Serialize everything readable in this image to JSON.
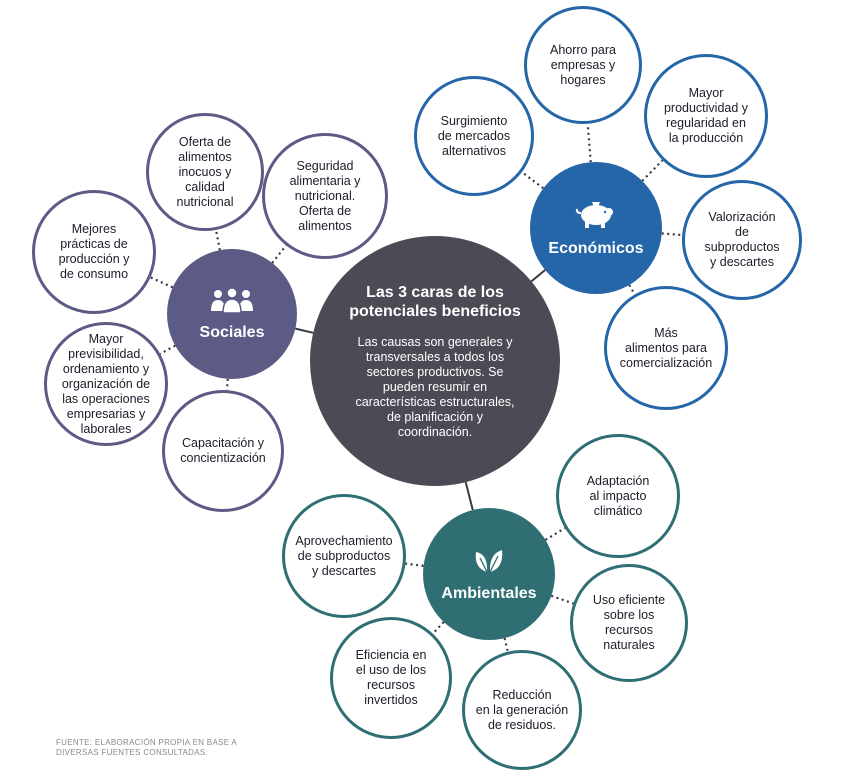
{
  "center": {
    "title": "Las 3 caras de los\npotenciales beneficios",
    "text": "Las causas son generales y\ntransversales a todos los\nsectores productivos. Se\npueden resumir en\ncaracterísticas estructurales,\nde planificación y\ncoordinación."
  },
  "hubs": {
    "sociales": {
      "label": "Sociales",
      "color": "#5c5b86",
      "icon": "people-icon"
    },
    "economicos": {
      "label": "Económicos",
      "color": "#2466a8",
      "icon": "piggy-bank-icon"
    },
    "ambientales": {
      "label": "Ambientales",
      "color": "#2f6f74",
      "icon": "leaves-icon"
    }
  },
  "sociales_items": [
    "Oferta de\nalimentos\ninocuos y\ncalidad\nnutricional",
    "Seguridad\nalimentaria y\nnutricional.\nOferta de\nalimentos",
    "Mejores\nprácticas de\nproducción y\nde consumo",
    "Mayor\nprevisibilidad,\nordenamiento y\norganización de\nlas operaciones\nempresarias y\nlaborales",
    "Capacitación y\nconcientización"
  ],
  "economicos_items": [
    "Ahorro para\nempresas y\nhogares",
    "Surgimiento\nde mercados\nalternativos",
    "Mayor\nproductividad y\nregularidad en\nla producción",
    "Valorización\nde\nsubproductos\ny descartes",
    "Más\nalimentos para\ncomercialización"
  ],
  "ambientales_items": [
    "Adaptación\nal impacto\nclimático",
    "Aprovechamiento\nde subproductos\ny descartes",
    "Uso eficiente\nsobre los\nrecursos\nnaturales",
    "Eficiencia en\nel uso de los\nrecursos\ninvertidos",
    "Reducción\nen la generación\nde residuos."
  ],
  "source": "FUENTE: ELABORACIÓN PROPIA EN BASE A\nDIVERSAS FUENTES CONSULTADAS."
}
